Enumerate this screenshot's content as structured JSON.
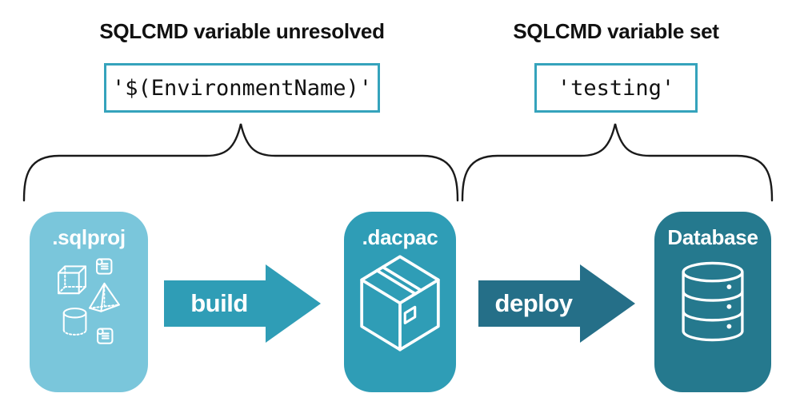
{
  "diagram": {
    "annotations": {
      "unresolved": {
        "heading": "SQLCMD variable unresolved",
        "code": "'$(EnvironmentName)'"
      },
      "set": {
        "heading": "SQLCMD variable set",
        "code": "'testing'"
      }
    },
    "nodes": [
      {
        "id": "sqlproj",
        "label": ".sqlproj",
        "icon": "sql-objects-icon",
        "color": "#7AC6DB"
      },
      {
        "id": "dacpac",
        "label": ".dacpac",
        "icon": "package-icon",
        "color": "#2F9DB6"
      },
      {
        "id": "database",
        "label": "Database",
        "icon": "database-icon",
        "color": "#25798E"
      }
    ],
    "arrows": [
      {
        "label": "build",
        "color": "#2F9DB6"
      },
      {
        "label": "deploy",
        "color": "#256F88"
      }
    ],
    "colors": {
      "background": "#FFFFFF",
      "code_box_border": "#35A3BC",
      "brace_stroke": "#1A1A1A",
      "heading_text": "#111111",
      "icon_stroke": "#FFFFFF"
    }
  }
}
